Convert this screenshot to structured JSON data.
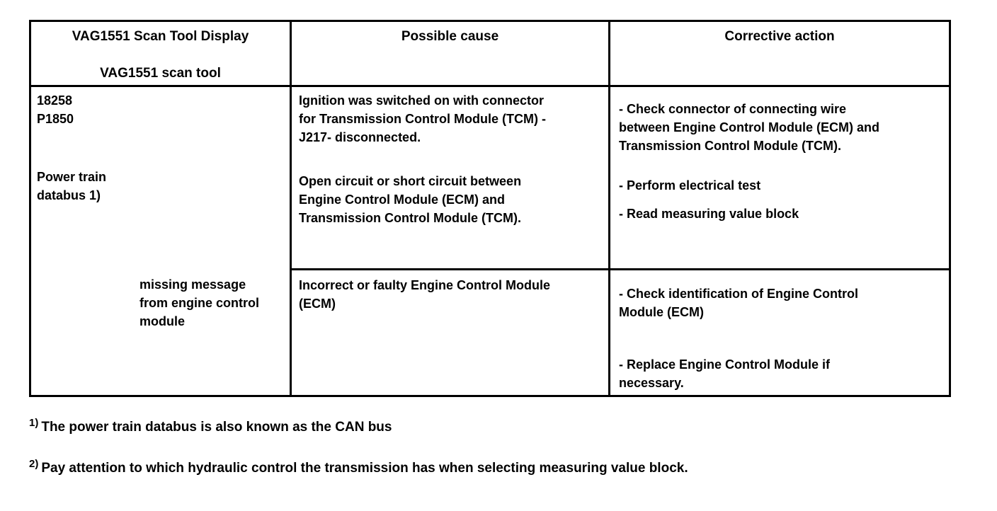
{
  "table": {
    "headers": {
      "col1_line1": "VAG1551 Scan Tool Display",
      "col1_line2": "VAG1551 scan tool",
      "col2": "Possible cause",
      "col3": "Corrective action"
    },
    "left_cell": {
      "code_block": "18258\nP1850",
      "label_block": "Power train\ndatabus 1)",
      "row2_note": "missing message\nfrom engine control\nmodule"
    },
    "rows": [
      {
        "cause": [
          "Ignition was switched on with connector\nfor Transmission Control Module (TCM) -\nJ217- disconnected.",
          "Open circuit or short circuit between\nEngine Control Module (ECM) and\nTransmission Control Module (TCM)."
        ],
        "action": [
          "- Check connector of connecting wire\nbetween Engine Control Module (ECM) and\nTransmission Control Module (TCM).",
          "- Perform electrical test",
          "- Read measuring value block"
        ]
      },
      {
        "cause": [
          "Incorrect or faulty Engine Control Module\n(ECM)"
        ],
        "action": [
          "- Check identification of Engine Control\nModule (ECM)",
          "- Replace Engine Control Module if\nnecessary."
        ]
      }
    ]
  },
  "footnotes": [
    {
      "marker": "1)",
      "text": "The power train databus is also known as the CAN bus"
    },
    {
      "marker": "2)",
      "text": "Pay attention to which hydraulic control the transmission has when selecting measuring value block."
    }
  ],
  "colors": {
    "text": "#000000",
    "border": "#000000",
    "background": "#ffffff"
  }
}
